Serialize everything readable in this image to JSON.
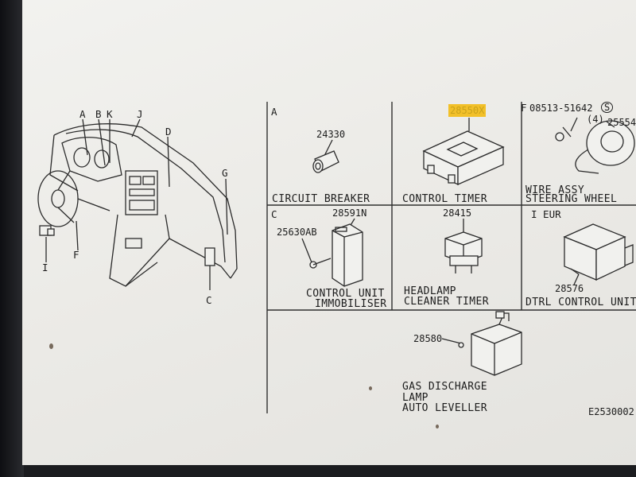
{
  "dashboard_letters": {
    "A": "A",
    "B": "B",
    "K": "K",
    "J": "J",
    "D": "D",
    "G": "G",
    "F": "F",
    "I": "I",
    "C": "C"
  },
  "cells": {
    "a": {
      "section": "A",
      "part_number": "24330",
      "name": "CIRCUIT BREAKER"
    },
    "b": {
      "part_number": "28550X",
      "name": "CONTROL TIMER"
    },
    "f": {
      "section": "F",
      "bolt_ref": "08513-51642",
      "bolt_symbol": "S",
      "bolt_qty": "(4)",
      "part_number": "25554",
      "name_line1": "WIRE ASSY",
      "name_line2": "STEERING WHEEL"
    },
    "c": {
      "section": "C",
      "part_number": "28591N",
      "bolt_ref": "25630AB",
      "name_line1": "CONTROL UNIT",
      "name_line2": "IMMOBILISER"
    },
    "d": {
      "part_number": "28415",
      "name_line1": "HEADLAMP",
      "name_line2": "CLEANER TIMER"
    },
    "i": {
      "section": "I EUR",
      "part_number": "28576",
      "name": "DTRL CONTROL UNIT"
    },
    "g": {
      "part_number": "28580",
      "name_line1": "GAS DISCHARGE",
      "name_line2": "LAMP",
      "name_line3": "AUTO LEVELLER"
    }
  },
  "drawing_code": "E2530002"
}
